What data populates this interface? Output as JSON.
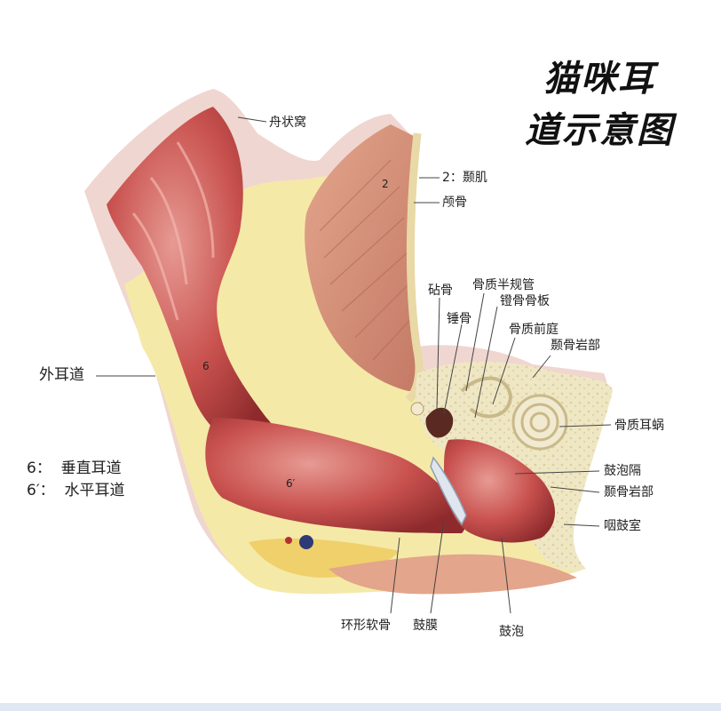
{
  "title": {
    "line1": "猫咪耳",
    "line2": "道示意图"
  },
  "labels": {
    "navicular_fossa": "舟状窝",
    "temporalis": "2：颞肌",
    "skull": "颅骨",
    "incus": "砧骨",
    "malleus": "锤骨",
    "semicircular_canal": "骨质半规管",
    "stapes_footplate": "镫骨骨板",
    "vestibule": "骨质前庭",
    "petrous_top": "颞骨岩部",
    "cochlea": "骨质耳蜗",
    "bulla_septum": "鼓泡隔",
    "petrous_bottom": "颞骨岩部",
    "tympanic_cavity": "咽鼓室",
    "external_canal": "外耳道",
    "annular_cartilage": "环形软骨",
    "tympanic_membrane": "鼓膜",
    "bulla": "鼓泡"
  },
  "legend": {
    "vertical": "6：  垂直耳道",
    "horizontal": "6′：  水平耳道"
  },
  "markers": {
    "m2": "2",
    "m6": "6",
    "m6p": "6′"
  }
}
